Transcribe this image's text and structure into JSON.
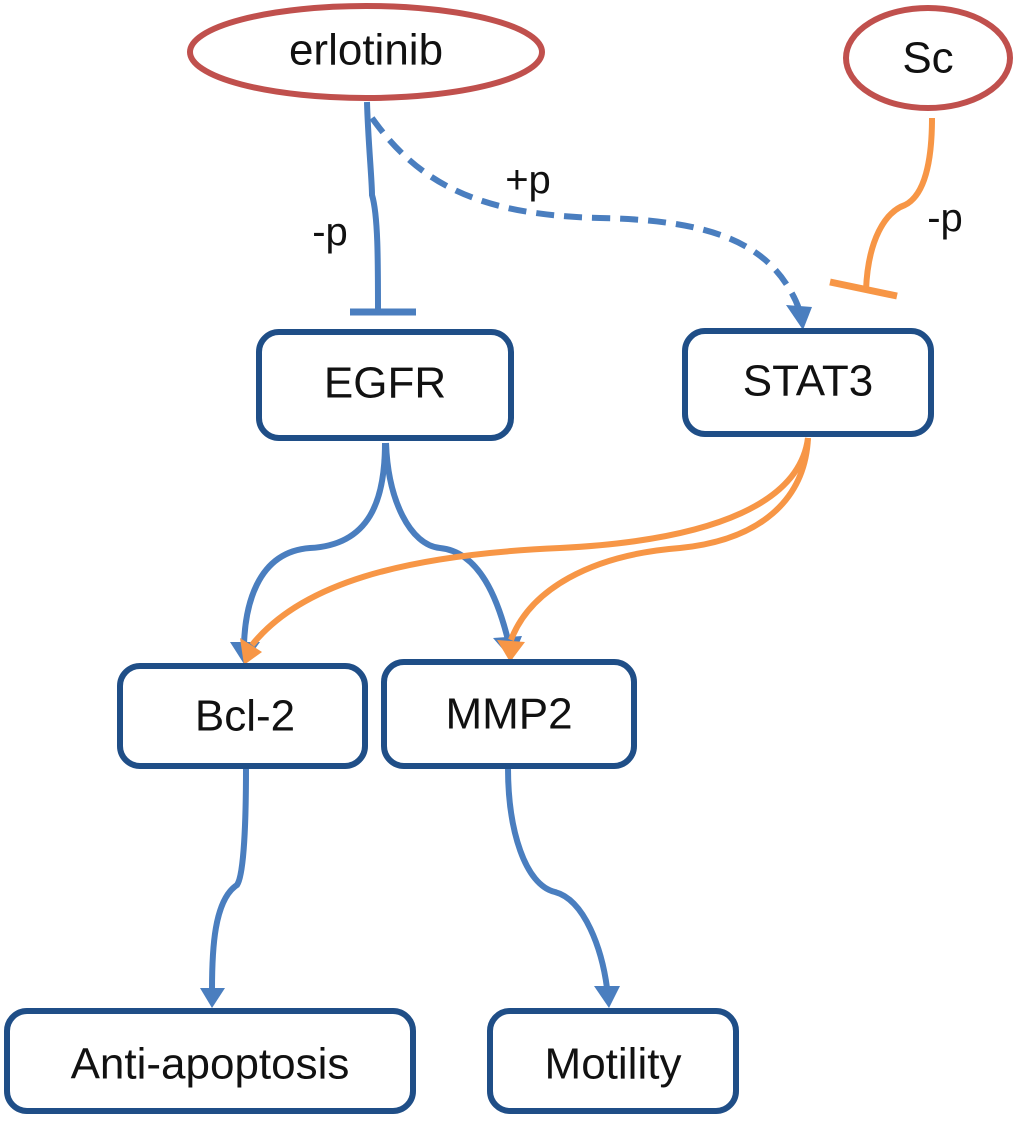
{
  "diagram": {
    "type": "signaling-pathway",
    "colors": {
      "drug_outline": "#c0504d",
      "node_outline": "#1f4e87",
      "blue_edge": "#4a7ebf",
      "orange_edge": "#f79646",
      "text": "#111111"
    },
    "nodes": {
      "erlotinib": {
        "label": "erlotinib",
        "shape": "ellipse",
        "role": "drug"
      },
      "sc": {
        "label": "Sc",
        "shape": "ellipse",
        "role": "drug"
      },
      "egfr": {
        "label": "EGFR",
        "shape": "rounded-box"
      },
      "stat3": {
        "label": "STAT3",
        "shape": "rounded-box"
      },
      "bcl2": {
        "label": "Bcl-2",
        "shape": "rounded-box"
      },
      "mmp2": {
        "label": "MMP2",
        "shape": "rounded-box"
      },
      "anti_apoptosis": {
        "label": "Anti-apoptosis",
        "shape": "rounded-box"
      },
      "motility": {
        "label": "Motility",
        "shape": "rounded-box"
      }
    },
    "edges": [
      {
        "from": "erlotinib",
        "to": "egfr",
        "type": "inhibition",
        "style": "solid",
        "color": "blue",
        "label": "-p"
      },
      {
        "from": "erlotinib",
        "to": "stat3",
        "type": "activation",
        "style": "dashed",
        "color": "blue",
        "label": "+p"
      },
      {
        "from": "sc",
        "to": "stat3",
        "type": "inhibition",
        "style": "solid",
        "color": "orange",
        "label": "-p"
      },
      {
        "from": "egfr",
        "to": "bcl2",
        "type": "activation",
        "style": "solid",
        "color": "blue",
        "label": ""
      },
      {
        "from": "egfr",
        "to": "mmp2",
        "type": "activation",
        "style": "solid",
        "color": "blue",
        "label": ""
      },
      {
        "from": "stat3",
        "to": "bcl2",
        "type": "activation",
        "style": "solid",
        "color": "orange",
        "label": ""
      },
      {
        "from": "stat3",
        "to": "mmp2",
        "type": "activation",
        "style": "solid",
        "color": "orange",
        "label": ""
      },
      {
        "from": "bcl2",
        "to": "anti_apoptosis",
        "type": "activation",
        "style": "solid",
        "color": "blue",
        "label": ""
      },
      {
        "from": "mmp2",
        "to": "motility",
        "type": "activation",
        "style": "solid",
        "color": "blue",
        "label": ""
      }
    ],
    "edge_labels": {
      "erlotinib_egfr": "-p",
      "erlotinib_stat3": "+p",
      "sc_stat3": "-p"
    }
  }
}
